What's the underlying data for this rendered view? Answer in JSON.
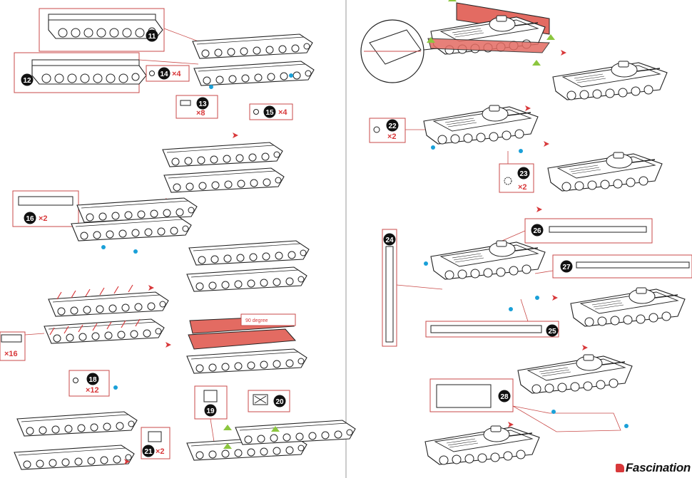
{
  "colors": {
    "line": "#c94a48",
    "part": "#e36b62",
    "ink": "#222222",
    "dot_blue": "#1aa0d8",
    "tri_green": "#8cc63f",
    "divider": "#888888"
  },
  "steps": {
    "s11": {
      "num": "11"
    },
    "s12": {
      "num": "12"
    },
    "s13": {
      "num": "13",
      "qty": "×8"
    },
    "s14": {
      "num": "14",
      "qty": "×4"
    },
    "s15": {
      "num": "15",
      "qty": "×4"
    },
    "s16": {
      "num": "16",
      "qty": "×2"
    },
    "s17": {
      "qty": "×16"
    },
    "s18": {
      "num": "18",
      "qty": "×12"
    },
    "s19": {
      "num": "19"
    },
    "s20": {
      "num": "20"
    },
    "s21": {
      "num": "21",
      "qty": "×2"
    },
    "s22": {
      "num": "22",
      "qty": "×2"
    },
    "s23": {
      "num": "23",
      "qty": "×2"
    },
    "s24": {
      "num": "24"
    },
    "s25": {
      "num": "25"
    },
    "s26": {
      "num": "26"
    },
    "s27": {
      "num": "27"
    },
    "s28": {
      "num": "28"
    }
  },
  "notes": {
    "bend_angle": "90 degree"
  },
  "brand": {
    "name": "Fascination"
  }
}
